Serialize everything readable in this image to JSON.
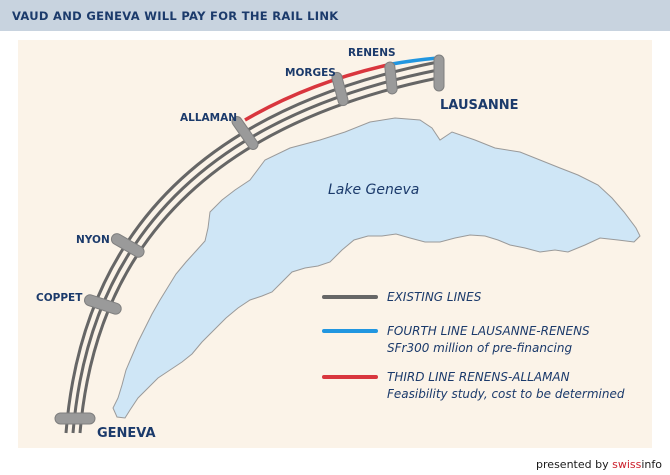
{
  "title": "VAUD AND GENEVA WILL PAY FOR THE RAIL LINK",
  "lake_label": "Lake Geneva",
  "stations": {
    "renens": "RENENS",
    "morges": "MORGES",
    "lausanne": "LAUSANNE",
    "allaman": "ALLAMAN",
    "nyon": "NYON",
    "coppet": "COPPET",
    "geneva": "GENEVA"
  },
  "legend": {
    "existing": {
      "label": "EXISTING LINES",
      "color": "#666666"
    },
    "fourth": {
      "label": "FOURTH LINE LAUSANNE-RENENS",
      "detail": "SFr300 million of pre-financing",
      "color": "#2196e0"
    },
    "third": {
      "label": "THIRD LINE RENENS-ALLAMAN",
      "detail": "Feasibility study, cost to be determined",
      "color": "#d9363e"
    }
  },
  "colors": {
    "panel": "#fbf3e8",
    "lake": "#cfe6f6",
    "lake_outline": "#9a9a9a",
    "title_bar": "#c8d3df",
    "text": "#1b3a6b",
    "station_marker": "#9a9a9a"
  },
  "footer": {
    "prefix": "presented by ",
    "brand_a": "swiss",
    "brand_b": "info"
  }
}
